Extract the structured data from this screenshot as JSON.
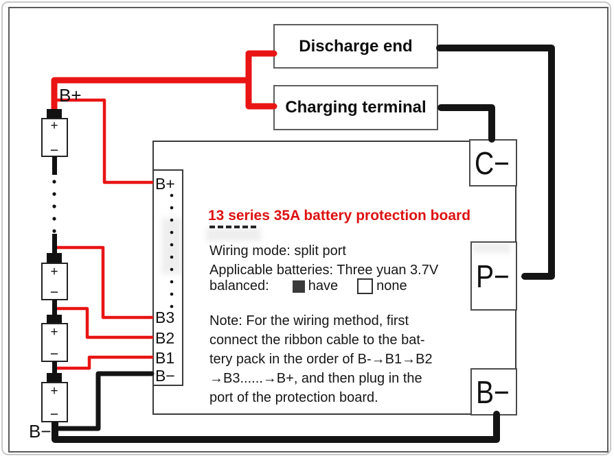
{
  "boxes": {
    "discharge": "Discharge end",
    "charging": "Charging terminal"
  },
  "pack": {
    "b_plus": "B+",
    "b_minus": "B−",
    "cell_plus": "+",
    "cell_minus": "−"
  },
  "connector": {
    "b_plus": "B+",
    "b3": "B3",
    "b2": "B2",
    "b1": "B1",
    "b_minus": "B−"
  },
  "terminals": {
    "c_minus": "C−",
    "p_minus": "P−",
    "b_minus": "B−"
  },
  "board": {
    "title": "13 series 35A battery protection board",
    "wiring_mode": "Wiring mode: split port",
    "applicable_batteries": "Applicable batteries: Three yuan 3.7V",
    "balanced_label": "balanced:",
    "have": "have",
    "none": "none",
    "note_line1": "Note: For the wiring method, first",
    "note_line2": "connect the ribbon cable to the bat-",
    "note_line3": "tery pack in the order of B-→B1→B2",
    "note_line4": "→B3......→B+, and then plug in the",
    "note_line5": "port of the protection board."
  },
  "colors": {
    "wire_red": "#e91414",
    "wire_black": "#141414",
    "title_red": "#dd1111"
  }
}
